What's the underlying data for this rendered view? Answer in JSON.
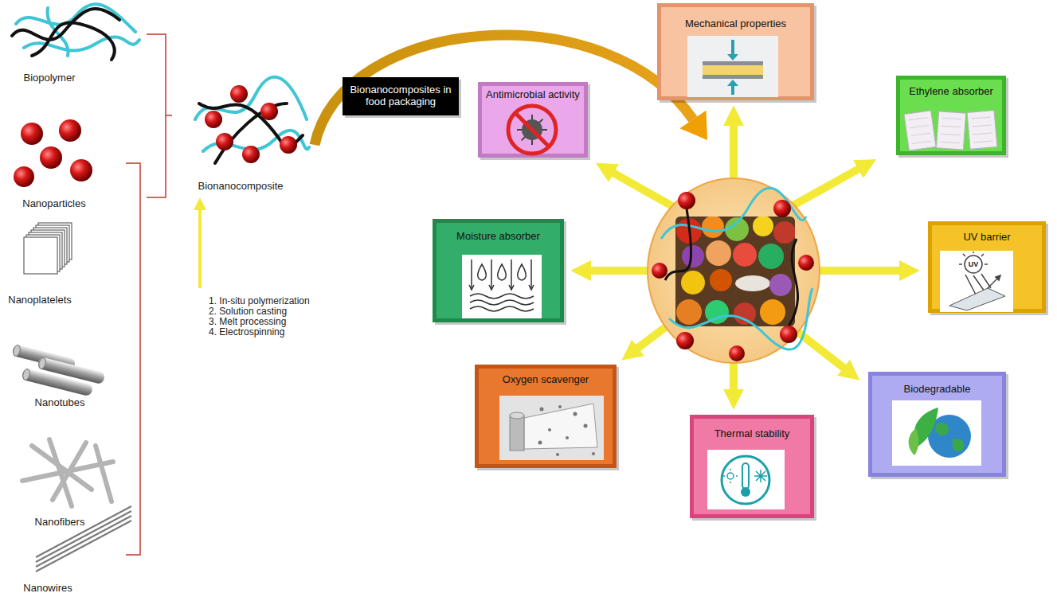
{
  "diagram": {
    "nodes": [
      {
        "text": [
          "Bionanocomposites in food packaging"
        ]
      },
      {
        "text": [
          "Antimicrobial activity"
        ]
      },
      {
        "text": [
          "Mechanical properties"
        ]
      },
      {
        "text": [
          "Ethylene absorber"
        ]
      },
      {
        "text": [
          "Moisture absorber"
        ]
      },
      {
        "text": [
          "UV barrier"
        ]
      },
      {
        "text": [
          "Oxygen scavenger"
        ]
      },
      {
        "text": [
          "Thermal stability"
        ]
      },
      {
        "text": [
          "Biodegradable"
        ]
      }
    ],
    "labels": [
      "Biopolymer",
      "Nanoparticles",
      "Nanoplatelets",
      "Nanotubes",
      "Nanofibers",
      "Nanowires",
      "Bionanocomposite",
      "1. In-situ polymerization",
      "2. Solution casting",
      "3. Melt processing",
      "4. Electrospinning",
      "UV"
    ]
  }
}
